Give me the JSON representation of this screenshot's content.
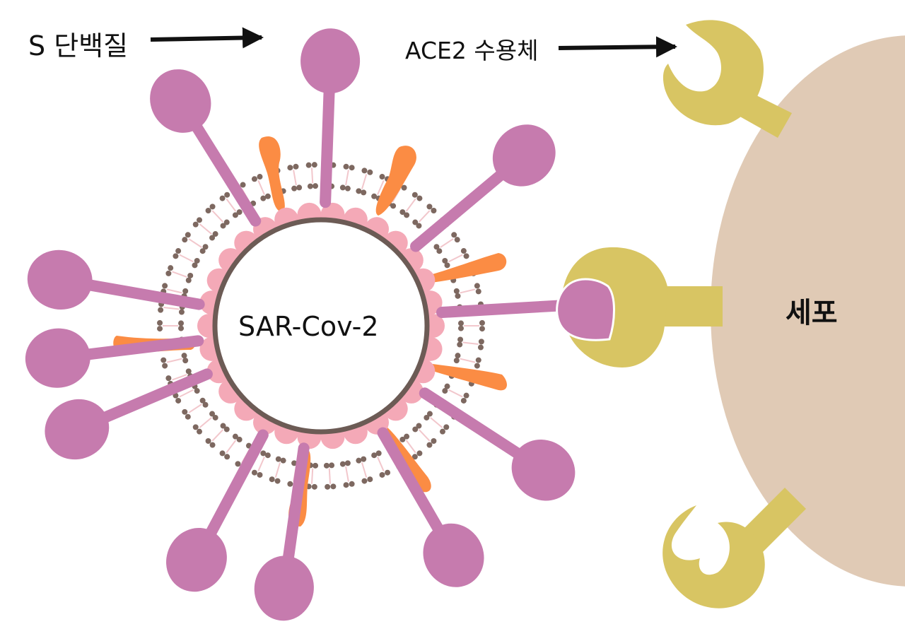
{
  "labels": {
    "spike_protein": "S 단백질",
    "ace2_receptor": "ACE2 수용체",
    "virus": "SAR-Cov-2",
    "cell": "세포"
  },
  "colors": {
    "spike": "#c67bae",
    "envelope_pink": "#f4a9b7",
    "lipid_dot": "#7d6860",
    "lipid_tail": "#f2c7cc",
    "orange_protein": "#fb8c44",
    "receptor": "#d8c563",
    "cell": "#e0cab5",
    "virus_outline": "#6c5b55",
    "arrow": "#111111"
  }
}
